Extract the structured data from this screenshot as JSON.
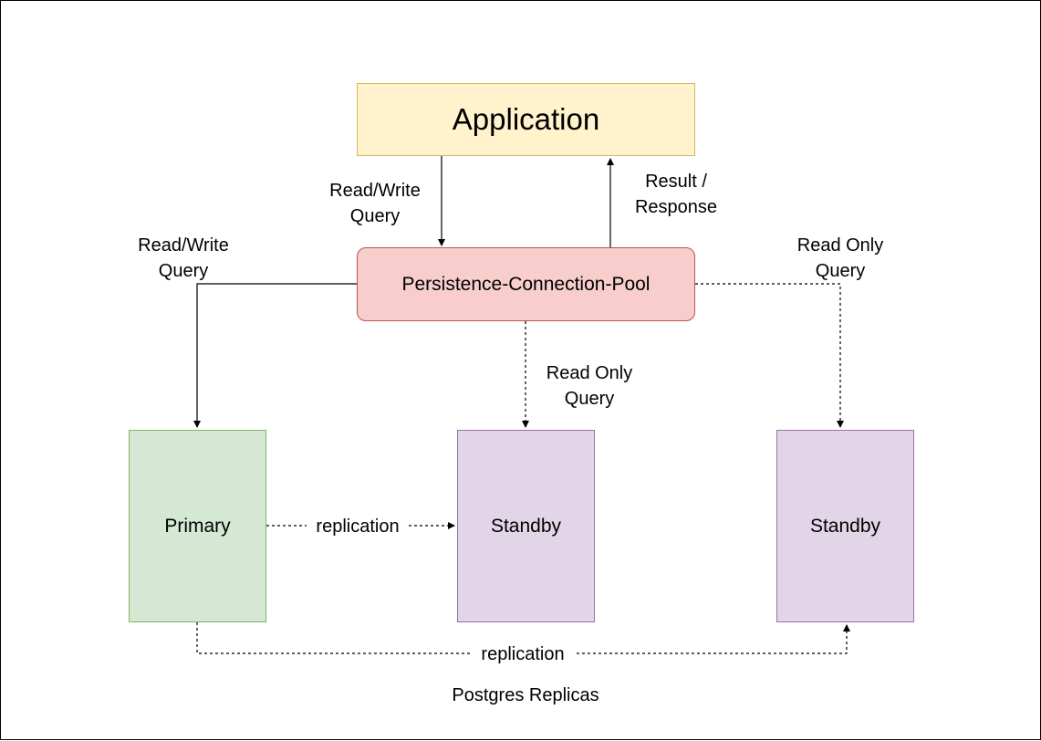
{
  "nodes": {
    "application": "Application",
    "pool": "Persistence-Connection-Pool",
    "primary": "Primary",
    "standby_1": "Standby",
    "standby_2": "Standby"
  },
  "edge_labels": {
    "rw_to_pool": "Read/Write\nQuery",
    "result_response": "Result /\nResponse",
    "rw_to_primary": "Read/Write\nQuery",
    "ro_to_standby_2": "Read Only\nQuery",
    "ro_to_standby_1": "Read Only\nQuery",
    "replication_to_standby_1": "replication",
    "replication_to_standby_2": "replication"
  },
  "caption": "Postgres Replicas",
  "colors": {
    "application_fill": "#fff2cc",
    "application_stroke": "#d6b656",
    "pool_fill": "#f8cecc",
    "pool_stroke": "#b85450",
    "primary_fill": "#d5e8d4",
    "primary_stroke": "#82b366",
    "standby_fill": "#e1d5e7",
    "standby_stroke": "#9673a6",
    "edge": "#000000"
  }
}
